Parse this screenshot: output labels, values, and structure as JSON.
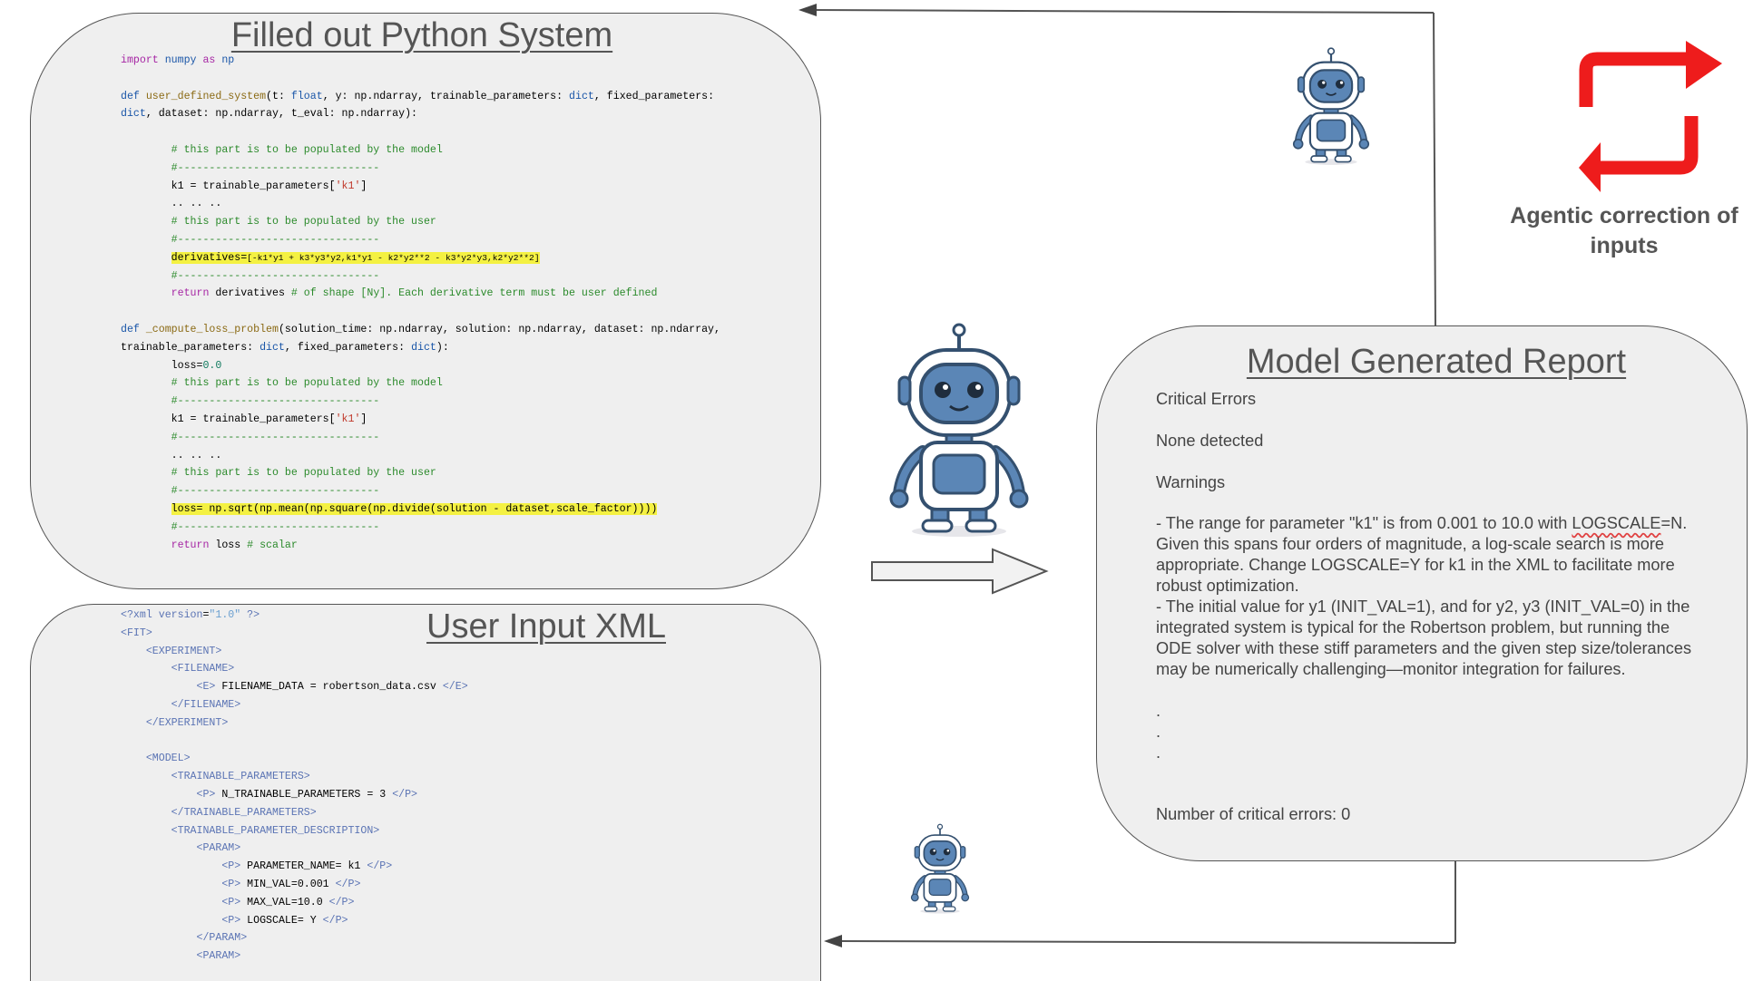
{
  "python_panel": {
    "title": "Filled out Python System",
    "code": {
      "l1_import": "import",
      "l1_mod": " numpy ",
      "l1_as": "as",
      "l1_alias": " np",
      "l2_def": "def ",
      "l2_fn": "user_defined_system",
      "l2_rest_a": "(t: ",
      "l2_float": "float",
      "l2_rest_b": ", y: np.ndarray, trainable_parameters: ",
      "l2_dict": "dict",
      "l2_rest_c": ", fixed_parameters:",
      "l3_dict": "dict",
      "l3_rest": ", dataset: np.ndarray, t_eval: np.ndarray):",
      "cm_model": "# this part is to be populated by the model",
      "cm_sep": "#--------------------------------",
      "k1_pre": "k1 = trainable_parameters[",
      "k1_str": "'k1'",
      "k1_post": "]",
      "ellipsis": ".. .. ..",
      "cm_user": "# this part is to be populated by the user",
      "deriv_label": "derivatives=",
      "deriv_expr": "[-k1*y1 + k3*y3*y2,k1*y1 - k2*y2**2 - k3*y2*y3,k2*y2**2]",
      "ret_kw": "return",
      "ret_rest": " derivatives ",
      "ret_cm": "# of shape [Ny]. Each derivative term must be user defined",
      "l_def2": "def ",
      "l_fn2": "_compute_loss_problem",
      "l_fn2_rest": "(solution_time: np.ndarray, solution: np.ndarray, dataset: np.ndarray,",
      "l_fn2_l2a": "trainable_parameters: ",
      "l_fn2_dict1": "dict",
      "l_fn2_l2b": ", fixed_parameters: ",
      "l_fn2_dict2": "dict",
      "l_fn2_l2c": "):",
      "loss_init_a": "loss=",
      "loss_init_b": "0.0",
      "loss_line": "loss= np.sqrt(np.mean(np.square(np.divide(solution - dataset,scale_factor))))",
      "ret2_kw": "return",
      "ret2_rest": " loss ",
      "ret2_cm": "# scalar"
    }
  },
  "xml_panel": {
    "title": "User Input XML",
    "lines": {
      "decl_a": "<?xml ",
      "decl_b": "version",
      "decl_c": "=",
      "decl_d": "\"1.0\"",
      "decl_e": " ?>",
      "fit_open": "<FIT>",
      "exp_open": "<EXPERIMENT>",
      "fn_open": "<FILENAME>",
      "e_open": "<E>",
      "e_text": " FILENAME_DATA = robertson_data.csv ",
      "e_close": "</E>",
      "fn_close": "</FILENAME>",
      "exp_close": "</EXPERIMENT>",
      "model_open": "<MODEL>",
      "tp_open": "<TRAINABLE_PARAMETERS>",
      "p_open": "<P>",
      "p_close": "</P>",
      "tp_text": " N_TRAINABLE_PARAMETERS = 3 ",
      "tp_close": "</TRAINABLE_PARAMETERS>",
      "tpd_open": "<TRAINABLE_PARAMETER_DESCRIPTION>",
      "param_open": "<PARAM>",
      "pn_text": " PARAMETER_NAME= k1 ",
      "min_text": " MIN_VAL=0.001 ",
      "max_text": " MAX_VAL=10.0 ",
      "log_text": " LOGSCALE= Y ",
      "param_close": "</PARAM>"
    }
  },
  "report_panel": {
    "title": "Model Generated Report",
    "critical_heading": "Critical Errors",
    "critical_value": "None detected",
    "warnings_heading": "Warnings",
    "warning_1_line_1_pre": "- The range for parameter \"k1\" is from 0.001 to 10.0 with ",
    "warning_1_line_1_flag": "LOGSCALE",
    "warning_1_line_1_post": "=N.",
    "warning_1_line_2": "Given this spans four orders of magnitude, a log-scale search is more",
    "warning_1_line_3": "appropriate. Change LOGSCALE=Y for k1 in the XML to facilitate more",
    "warning_1_line_4": "robust optimization.",
    "warning_2_line_1": "- The initial value for y1 (INIT_VAL=1), and for y2, y3 (INIT_VAL=0) in the",
    "warning_2_line_2": "integrated system is typical for the Robertson problem, but running the",
    "warning_2_line_3": "ODE solver with these stiff parameters and the given step size/tolerances",
    "warning_2_line_4": "may be numerically challenging—monitor integration for failures.",
    "dot_1": ".",
    "dot_2": ".",
    "dot_3": ".",
    "summary": "Number of critical errors: 0"
  },
  "side_caption": {
    "line_1": "Agentic correction of",
    "line_2": "inputs"
  },
  "colors": {
    "panel_fill": "#efefef",
    "panel_border": "#555555",
    "highlight": "#f4f142",
    "cycle_icon": "#ee1c1c",
    "robot_blue": "#5b86b6",
    "robot_dark": "#34506f"
  },
  "icons": [
    "robot-icon",
    "cycle-icon",
    "flow-arrow-icon"
  ]
}
